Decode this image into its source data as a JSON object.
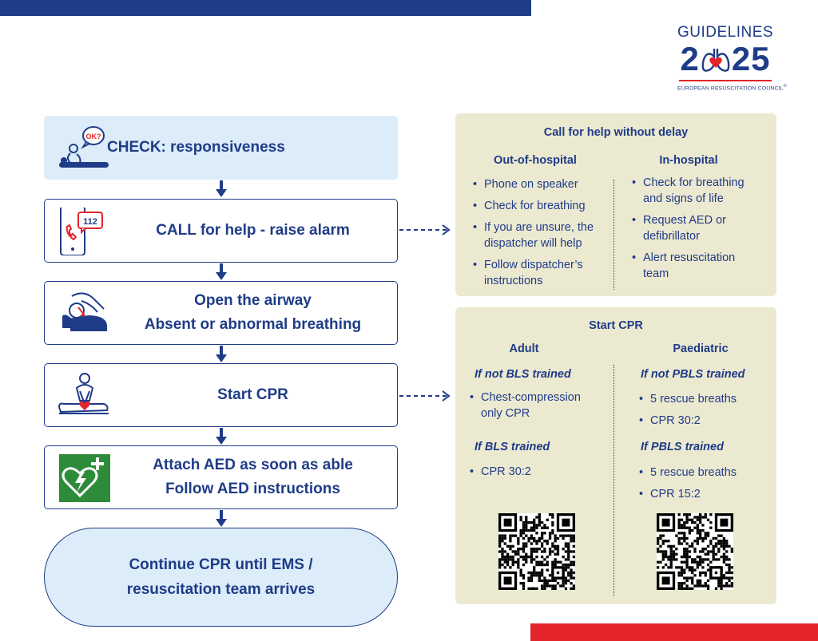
{
  "logo": {
    "title": "GUIDELINES",
    "year_left": "2",
    "year_right": "25",
    "subtitle": "EUROPEAN RESUSCITATION COUNCIL",
    "copyright": "©",
    "heart_color": "#e3242b"
  },
  "colors": {
    "primary": "#1f3c88",
    "accent": "#e3242b",
    "light_blue": "#dcecf9",
    "panel_bg": "#ece9d1",
    "aed_green": "#2e8b3a"
  },
  "steps": [
    {
      "id": "check",
      "icon": "responsiveness-check-icon",
      "bubble": "OK?",
      "lines": [
        "CHECK: responsiveness"
      ]
    },
    {
      "id": "call",
      "icon": "phone-call-icon",
      "badge": "112",
      "lines": [
        "CALL for help - raise alarm"
      ]
    },
    {
      "id": "airway",
      "icon": "airway-open-icon",
      "lines": [
        "Open the airway",
        "Absent or abnormal breathing"
      ]
    },
    {
      "id": "cpr",
      "icon": "cpr-compression-icon",
      "lines": [
        "Start CPR"
      ]
    },
    {
      "id": "aed",
      "icon": "aed-heart-icon",
      "lines": [
        "Attach AED as soon as able",
        "Follow AED instructions"
      ]
    }
  ],
  "terminal": {
    "lines": [
      "Continue CPR until EMS /",
      "resuscitation team arrives"
    ]
  },
  "help_panel": {
    "title": "Call for help without delay",
    "left_header": "Out-of-hospital",
    "right_header": "In-hospital",
    "left_items": [
      [
        "Phone on speaker"
      ],
      [
        "Check for breathing"
      ],
      [
        "If you are unsure, the",
        "dispatcher will help"
      ],
      [
        "Follow dispatcher’s",
        "instructions"
      ]
    ],
    "right_items": [
      [
        "Check for breathing",
        "and signs of life"
      ],
      [
        "Request AED or",
        "defibrillator"
      ],
      [
        "Alert resuscitation",
        "team"
      ]
    ]
  },
  "cpr_panel": {
    "title": "Start CPR",
    "left_header": "Adult",
    "right_header": "Paediatric",
    "left_groups": [
      {
        "heading": "If not BLS trained",
        "items": [
          [
            "Chest-compression",
            "only CPR"
          ]
        ]
      },
      {
        "heading": "If BLS trained",
        "items": [
          [
            "CPR 30:2"
          ]
        ]
      }
    ],
    "right_groups": [
      {
        "heading": "If not PBLS trained",
        "items": [
          [
            "5 rescue breaths"
          ],
          [
            "CPR 30:2"
          ]
        ]
      },
      {
        "heading": "If PBLS trained",
        "items": [
          [
            "5 rescue breaths"
          ],
          [
            "CPR 15:2"
          ]
        ]
      }
    ],
    "qr_codes": [
      "adult-qr-code",
      "paediatric-qr-code"
    ]
  }
}
